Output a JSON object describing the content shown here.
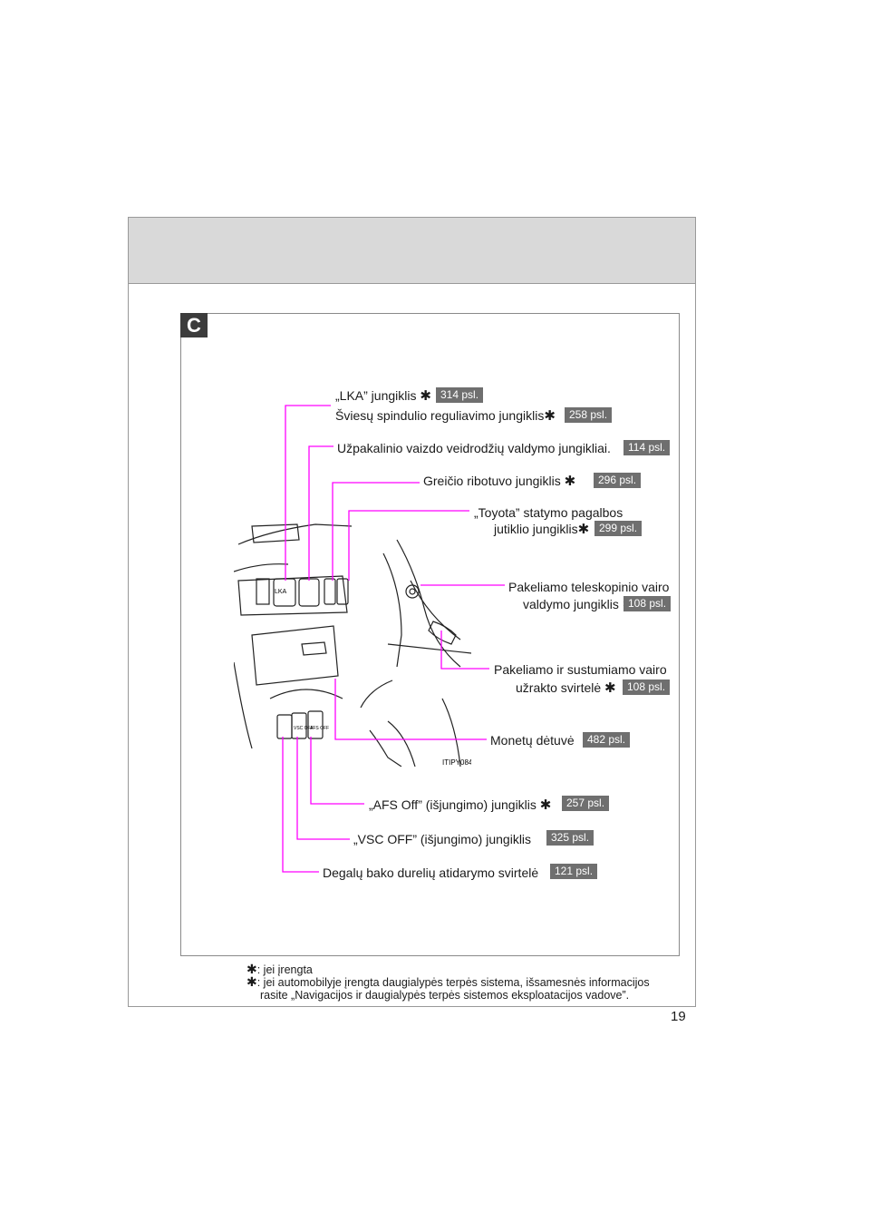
{
  "section": {
    "letter": "C"
  },
  "callouts": [
    {
      "label": "„LKA” jungiklis",
      "star": "✱",
      "ref": "314 psl."
    },
    {
      "label": "Šviesų spindulio reguliavimo jungiklis",
      "star": "✱",
      "ref": "258 psl."
    },
    {
      "label": "Užpakalinio vaizdo veidrodžių valdymo jungikliai.",
      "star": "",
      "ref": "114 psl."
    },
    {
      "label": "Greičio ribotuvo jungiklis",
      "star": "✱",
      "ref": "296 psl."
    },
    {
      "label_line1": "„Toyota” statymo pagalbos",
      "label_line2": "jutiklio jungiklis",
      "star": "✱",
      "ref": "299 psl."
    },
    {
      "label_line1": "Pakeliamo teleskopinio vairo",
      "label_line2": "valdymo jungiklis",
      "star": "✱",
      "ref": "108 psl."
    },
    {
      "label_line1": "Pakeliamo ir sustumiamo vairo",
      "label_line2": "užrakto svirtelė",
      "star": "✱",
      "ref": "108 psl."
    },
    {
      "label": "Monetų dėtuvė",
      "star": "",
      "ref": "482 psl."
    },
    {
      "label": "„AFS Off” (išjungimo) jungiklis",
      "star": "✱",
      "ref": "257 psl."
    },
    {
      "label": "„VSC OFF” (išjungimo) jungiklis",
      "star": "",
      "ref": "325 psl."
    },
    {
      "label": "Degalų bako durelių atidarymo svirtelė",
      "star": "",
      "ref": "121 psl."
    }
  ],
  "illustration": {
    "code": "ITIPY084",
    "switch_labels": [
      "LKA",
      "VSC OFF",
      "AFS OFF"
    ]
  },
  "footnotes": [
    {
      "mark": "✱",
      "text": ": jei įrengta"
    },
    {
      "mark": "✱",
      "text_line1": ": jei automobilyje įrengta daugialypės terpės sistema, išsamesnės informacijos",
      "text_line2": "rasite „Navigacijos ir daugialypės terpės sistemos eksploatacijos vadove”."
    }
  ],
  "page_number": "19",
  "colors": {
    "leader": "#ff00ff",
    "badge": "#6f6f6f",
    "header_band": "#d9d9d9",
    "section_tab": "#3c3c3c"
  }
}
